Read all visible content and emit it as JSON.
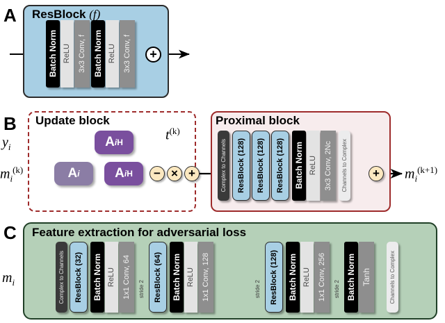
{
  "panels": {
    "a": {
      "letter": "A",
      "title_main": "ResBlock",
      "title_arg": "(f)",
      "layers": [
        {
          "name": "Batch Norm",
          "kind": "bn"
        },
        {
          "name": "ReLU",
          "kind": "relu"
        },
        {
          "name": "3x3 Conv, f",
          "kind": "conv"
        },
        {
          "name": "Batch Norm",
          "kind": "bn"
        },
        {
          "name": "ReLU",
          "kind": "relu"
        },
        {
          "name": "3x3 Conv, f",
          "kind": "conv"
        }
      ],
      "adder": "+"
    },
    "b": {
      "letter": "B",
      "update": {
        "title": "Update block",
        "input_y": "y",
        "input_y_sub": "i",
        "input_m": "m",
        "input_m_sub": "i",
        "input_m_sup": "(k)",
        "step_size": "t",
        "step_size_sup": "(k)",
        "op_forward": "A",
        "op_forward_sub": "i",
        "op_adjoint": "A",
        "op_adjoint_sub": "i",
        "op_adjoint_sup": "H",
        "sub_op": "−",
        "mul_op": "×",
        "add_op": "+"
      },
      "proximal": {
        "title": "Proximal block",
        "layers": [
          {
            "name": "Complex to Channels",
            "kind": "c2ch"
          },
          {
            "name": "ResBlock (128)",
            "kind": "res"
          },
          {
            "name": "ResBlock (128)",
            "kind": "res"
          },
          {
            "name": "ResBlock (128)",
            "kind": "res"
          },
          {
            "name": "Batch Norm",
            "kind": "bn"
          },
          {
            "name": "ReLU",
            "kind": "relu"
          },
          {
            "name": "3x3 Conv, 2Nc",
            "kind": "conv"
          },
          {
            "name": "Channels to Complex",
            "kind": "ch2c"
          }
        ],
        "add_op": "+",
        "output_m": "m",
        "output_m_sub": "i",
        "output_m_sup": "(k+1)"
      }
    },
    "c": {
      "letter": "C",
      "title": "Feature extraction for adversarial loss",
      "input_m": "m",
      "input_m_sub": "i",
      "stride_label": "stride 2",
      "layers": [
        {
          "name": "Complex to Channels",
          "kind": "c2ch"
        },
        {
          "name": "ResBlock (32)",
          "kind": "res"
        },
        {
          "name": "Batch Norm",
          "kind": "bn"
        },
        {
          "name": "ReLU",
          "kind": "relu"
        },
        {
          "name": "1x1 Conv, 64",
          "kind": "conv"
        },
        {
          "name": "ResBlock (64)",
          "kind": "res"
        },
        {
          "name": "Batch Norm",
          "kind": "bn"
        },
        {
          "name": "ReLU",
          "kind": "relu"
        },
        {
          "name": "1x1 Conv, 128",
          "kind": "conv"
        },
        {
          "name": "ResBlock (128)",
          "kind": "res"
        },
        {
          "name": "Batch Norm",
          "kind": "bn"
        },
        {
          "name": "ReLU",
          "kind": "relu"
        },
        {
          "name": "1x1 Conv, 256",
          "kind": "conv"
        },
        {
          "name": "Batch Norm",
          "kind": "bn"
        },
        {
          "name": "Tanh",
          "kind": "tanh"
        },
        {
          "name": "Channels to Complex",
          "kind": "ch2c"
        }
      ]
    }
  },
  "colors": {
    "resblock_blue": "#a8cfe4",
    "panel_c_green": "#b5d0b8",
    "proximal_pink": "#f7eced",
    "border_red": "#9e2b2b",
    "purple_dark": "#7a4f9e",
    "purple_light": "#8b7da5",
    "cream": "#fbe8c0",
    "batchnorm_black": "#000000",
    "conv_gray": "#8e8e8e",
    "relu_gray": "#e3e3e3"
  }
}
